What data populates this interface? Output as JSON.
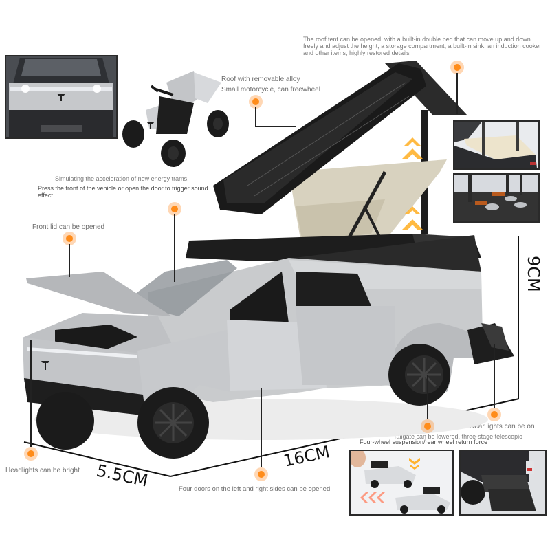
{
  "product": {
    "name": "Cybertruck-style diecast model with roof tent",
    "colors": {
      "body": "#c9cbcd",
      "trim": "#1e1e1e",
      "accent_dot": "#ff8c1a",
      "callout_text": "#6e6e6e"
    }
  },
  "callouts": {
    "roof_tent": "The roof tent can be opened, with a built-in double bed that can move up and down freely and adjust the height, a storage compartment, a built-in sink, an induction cooker and other items, highly restored details",
    "motorcycle_line1": "Roof with removable alloy",
    "motorcycle_line2": "Small motorcycle, can freewheel",
    "sound_line1": "Simulating the acceleration of new energy trams,",
    "sound_line2": "Press the front of the vehicle or open the door to trigger sound effect.",
    "front_lid": "Front lid can be opened",
    "headlights": "Headlights can be bright",
    "doors": "Four doors on the left and right sides can be opened",
    "rear_lights": "Rear lights can be on",
    "tailgate": "Tailgate can be lowered, three-stage telescopic",
    "suspension": "Four-wheel suspension/rear wheel return force"
  },
  "dimensions": {
    "width": "5.5CM",
    "length": "16CM",
    "height": "9CM"
  },
  "insets": [
    {
      "name": "front-headlights-closeup",
      "label": "Headlights lit, front view"
    },
    {
      "name": "motorcycle-closeup",
      "label": "Alloy ATV motorcycle"
    },
    {
      "name": "bed-closeup",
      "label": "Roof tent double bed"
    },
    {
      "name": "kitchen-closeup",
      "label": "Sink and induction cooker"
    },
    {
      "name": "pullback-demo",
      "label": "Pull-back action demo"
    },
    {
      "name": "tailgate-closeup",
      "label": "Lowered tailgate ramp"
    }
  ]
}
